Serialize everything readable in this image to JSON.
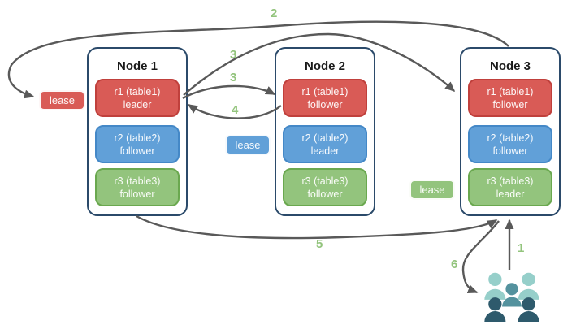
{
  "diagram": {
    "nodes": [
      {
        "title": "Node 1",
        "replicas": [
          {
            "label": "r1 (table1)",
            "role": "leader",
            "color": "red"
          },
          {
            "label": "r2 (table2)",
            "role": "follower",
            "color": "blue"
          },
          {
            "label": "r3 (table3)",
            "role": "follower",
            "color": "green"
          }
        ]
      },
      {
        "title": "Node 2",
        "replicas": [
          {
            "label": "r1 (table1)",
            "role": "follower",
            "color": "red"
          },
          {
            "label": "r2 (table2)",
            "role": "leader",
            "color": "blue"
          },
          {
            "label": "r3 (table3)",
            "role": "follower",
            "color": "green"
          }
        ]
      },
      {
        "title": "Node 3",
        "replicas": [
          {
            "label": "r1 (table1)",
            "role": "follower",
            "color": "red"
          },
          {
            "label": "r2 (table2)",
            "role": "follower",
            "color": "blue"
          },
          {
            "label": "r3 (table3)",
            "role": "leader",
            "color": "green"
          }
        ]
      }
    ],
    "leases": [
      {
        "label": "lease",
        "color": "red"
      },
      {
        "label": "lease",
        "color": "blue"
      },
      {
        "label": "lease",
        "color": "green"
      }
    ],
    "step_labels": [
      {
        "text": "1"
      },
      {
        "text": "2"
      },
      {
        "text": "3"
      },
      {
        "text": "3"
      },
      {
        "text": "4"
      },
      {
        "text": "5"
      },
      {
        "text": "6"
      }
    ],
    "flows": [
      {
        "label": "1",
        "from": "users",
        "to": "node3-r3-leader"
      },
      {
        "label": "2",
        "from": "node3",
        "to": "lease-red"
      },
      {
        "label": "3",
        "from": "node1-r1-leader",
        "to": "node3-r1-follower"
      },
      {
        "label": "3",
        "from": "node1-r1-leader",
        "to": "node2-r1-follower"
      },
      {
        "label": "4",
        "from": "node2-r1-follower",
        "to": "node1-r1-leader"
      },
      {
        "label": "5",
        "from": "node1",
        "to": "node3-r3-leader"
      },
      {
        "label": "6",
        "from": "node3-r3-leader",
        "to": "users"
      }
    ],
    "users_icon": "users-group"
  },
  "palette": {
    "red_fill": "#d95b56",
    "red_border": "#c0403c",
    "blue_fill": "#61a0d8",
    "blue_border": "#4488c7",
    "green_fill": "#93c47d",
    "green_border": "#6aa84f",
    "node_border": "#2b4a6a",
    "arrow": "#595959",
    "step_number": "#93c47d",
    "users_light": "#96cfca",
    "users_medium": "#54929e",
    "users_dark": "#2e5a6c"
  }
}
